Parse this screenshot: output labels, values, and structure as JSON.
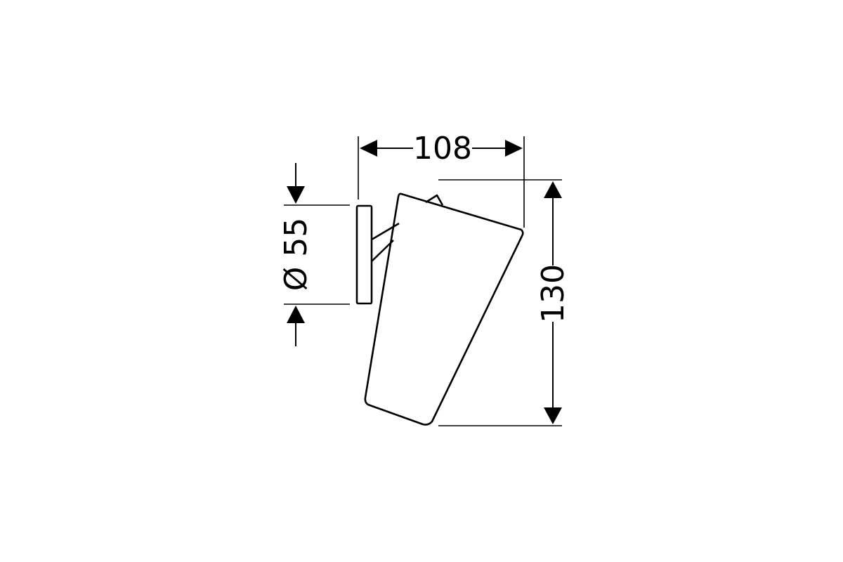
{
  "dimensions": {
    "width": "108",
    "height": "130",
    "diameter": "Ø 55"
  },
  "colors": {
    "line": "#000000",
    "background": "#ffffff"
  }
}
